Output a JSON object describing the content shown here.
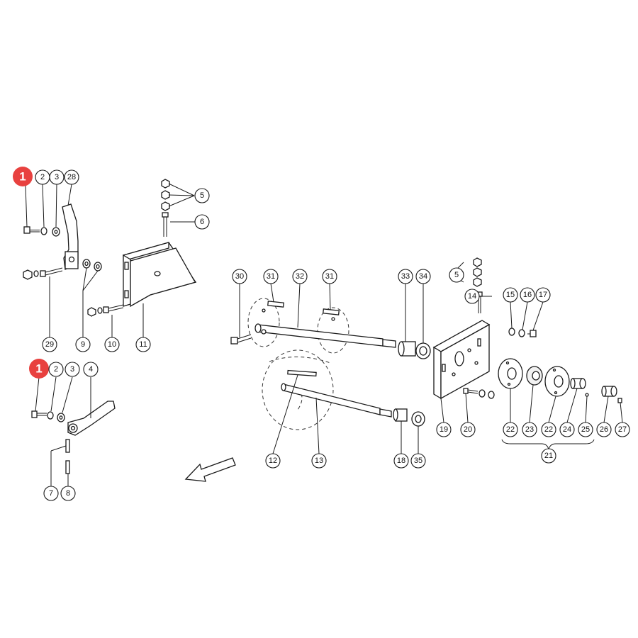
{
  "colors": {
    "highlight": "#e8413f",
    "line": "#1a1a1a",
    "background": "#ffffff"
  },
  "callouts": {
    "c1a": "1",
    "c2a": "2",
    "c3a": "3",
    "c28": "28",
    "c5a": "5",
    "c6": "6",
    "c29": "29",
    "c9": "9",
    "c10": "10",
    "c11": "11",
    "c1b": "1",
    "c2b": "2",
    "c3b": "3",
    "c4": "4",
    "c7": "7",
    "c8": "8",
    "c30": "30",
    "c31a": "31",
    "c32": "32",
    "c31b": "31",
    "c33": "33",
    "c34": "34",
    "c5b": "5",
    "c14": "14",
    "c15": "15",
    "c16": "16",
    "c17": "17",
    "c12": "12",
    "c13": "13",
    "c18": "18",
    "c35": "35",
    "c19": "19",
    "c20": "20",
    "c22a": "22",
    "c23": "23",
    "c22b": "22",
    "c24": "24",
    "c25": "25",
    "c26": "26",
    "c27": "27",
    "c21": "21"
  },
  "icons": {
    "direction": "arrow-down-left-icon"
  }
}
